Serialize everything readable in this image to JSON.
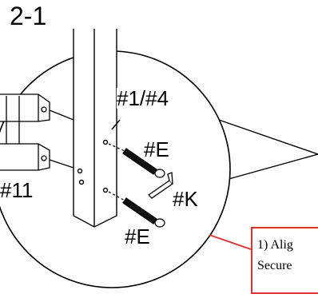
{
  "step": "2-1",
  "labels": {
    "part_post": "#1/#4",
    "part_frame": "#11",
    "bolt_top": "#E",
    "bolt_bottom": "#E",
    "hex_key": "#K"
  },
  "note": {
    "line1": "1) Alig",
    "line2": "Secure"
  },
  "colors": {
    "note_border": "#e03030",
    "line": "#000000"
  }
}
